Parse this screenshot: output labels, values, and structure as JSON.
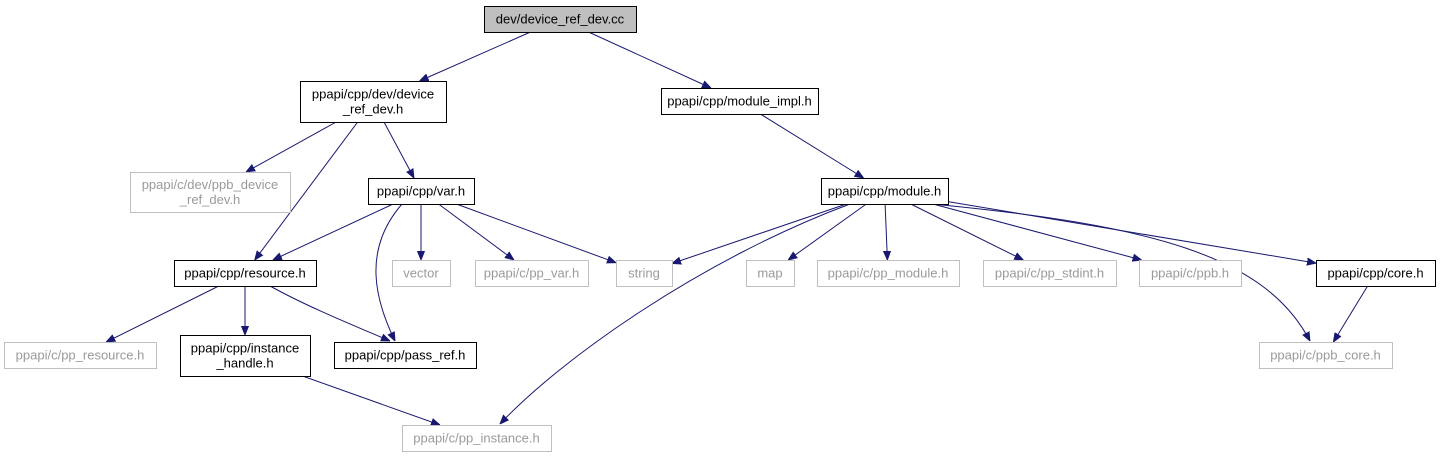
{
  "colors": {
    "edge": "#191970",
    "root_fill": "#bfbfbf",
    "doc_border": "#000000",
    "nodoc_border": "#bfbfbf",
    "doc_text": "#000000",
    "nodoc_text": "#9a9a9a"
  },
  "nodes": [
    {
      "id": "root",
      "lines": [
        "dev/device_ref_dev.cc"
      ],
      "kind": "root"
    },
    {
      "id": "device_ref_dev_h",
      "lines": [
        "ppapi/cpp/dev/device",
        "_ref_dev.h"
      ],
      "kind": "doc"
    },
    {
      "id": "module_impl_h",
      "lines": [
        "ppapi/cpp/module_impl.h"
      ],
      "kind": "doc"
    },
    {
      "id": "ppb_device_ref_dev_h",
      "lines": [
        "ppapi/c/dev/ppb_device",
        "_ref_dev.h"
      ],
      "kind": "nodoc"
    },
    {
      "id": "var_h",
      "lines": [
        "ppapi/cpp/var.h"
      ],
      "kind": "doc"
    },
    {
      "id": "module_h",
      "lines": [
        "ppapi/cpp/module.h"
      ],
      "kind": "doc"
    },
    {
      "id": "resource_h",
      "lines": [
        "ppapi/cpp/resource.h"
      ],
      "kind": "doc"
    },
    {
      "id": "vector",
      "lines": [
        "vector"
      ],
      "kind": "nodoc"
    },
    {
      "id": "pp_var_h",
      "lines": [
        "ppapi/c/pp_var.h"
      ],
      "kind": "nodoc"
    },
    {
      "id": "string",
      "lines": [
        "string"
      ],
      "kind": "nodoc"
    },
    {
      "id": "map",
      "lines": [
        "map"
      ],
      "kind": "nodoc"
    },
    {
      "id": "pp_module_h",
      "lines": [
        "ppapi/c/pp_module.h"
      ],
      "kind": "nodoc"
    },
    {
      "id": "pp_stdint_h",
      "lines": [
        "ppapi/c/pp_stdint.h"
      ],
      "kind": "nodoc"
    },
    {
      "id": "ppb_h",
      "lines": [
        "ppapi/c/ppb.h"
      ],
      "kind": "nodoc"
    },
    {
      "id": "core_h",
      "lines": [
        "ppapi/cpp/core.h"
      ],
      "kind": "doc"
    },
    {
      "id": "pp_resource_h",
      "lines": [
        "ppapi/c/pp_resource.h"
      ],
      "kind": "nodoc"
    },
    {
      "id": "instance_handle_h",
      "lines": [
        "ppapi/cpp/instance",
        "_handle.h"
      ],
      "kind": "doc"
    },
    {
      "id": "pass_ref_h",
      "lines": [
        "ppapi/cpp/pass_ref.h"
      ],
      "kind": "doc"
    },
    {
      "id": "ppb_core_h",
      "lines": [
        "ppapi/c/ppb_core.h"
      ],
      "kind": "nodoc"
    },
    {
      "id": "pp_instance_h",
      "lines": [
        "ppapi/c/pp_instance.h"
      ],
      "kind": "nodoc"
    }
  ],
  "edges": [
    {
      "from": "root",
      "to": "device_ref_dev_h"
    },
    {
      "from": "root",
      "to": "module_impl_h"
    },
    {
      "from": "device_ref_dev_h",
      "to": "ppb_device_ref_dev_h"
    },
    {
      "from": "device_ref_dev_h",
      "to": "var_h"
    },
    {
      "from": "device_ref_dev_h",
      "to": "resource_h"
    },
    {
      "from": "module_impl_h",
      "to": "module_h"
    },
    {
      "from": "var_h",
      "to": "resource_h"
    },
    {
      "from": "var_h",
      "to": "vector"
    },
    {
      "from": "var_h",
      "to": "pp_var_h"
    },
    {
      "from": "var_h",
      "to": "string"
    },
    {
      "from": "var_h",
      "to": "pass_ref_h"
    },
    {
      "from": "module_h",
      "to": "string"
    },
    {
      "from": "module_h",
      "to": "map"
    },
    {
      "from": "module_h",
      "to": "pp_module_h"
    },
    {
      "from": "module_h",
      "to": "pp_stdint_h"
    },
    {
      "from": "module_h",
      "to": "ppb_h"
    },
    {
      "from": "module_h",
      "to": "core_h"
    },
    {
      "from": "module_h",
      "to": "ppb_core_h"
    },
    {
      "from": "module_h",
      "to": "pp_instance_h"
    },
    {
      "from": "resource_h",
      "to": "pp_resource_h"
    },
    {
      "from": "resource_h",
      "to": "instance_handle_h"
    },
    {
      "from": "resource_h",
      "to": "pass_ref_h"
    },
    {
      "from": "core_h",
      "to": "ppb_core_h"
    },
    {
      "from": "instance_handle_h",
      "to": "pp_instance_h"
    }
  ]
}
